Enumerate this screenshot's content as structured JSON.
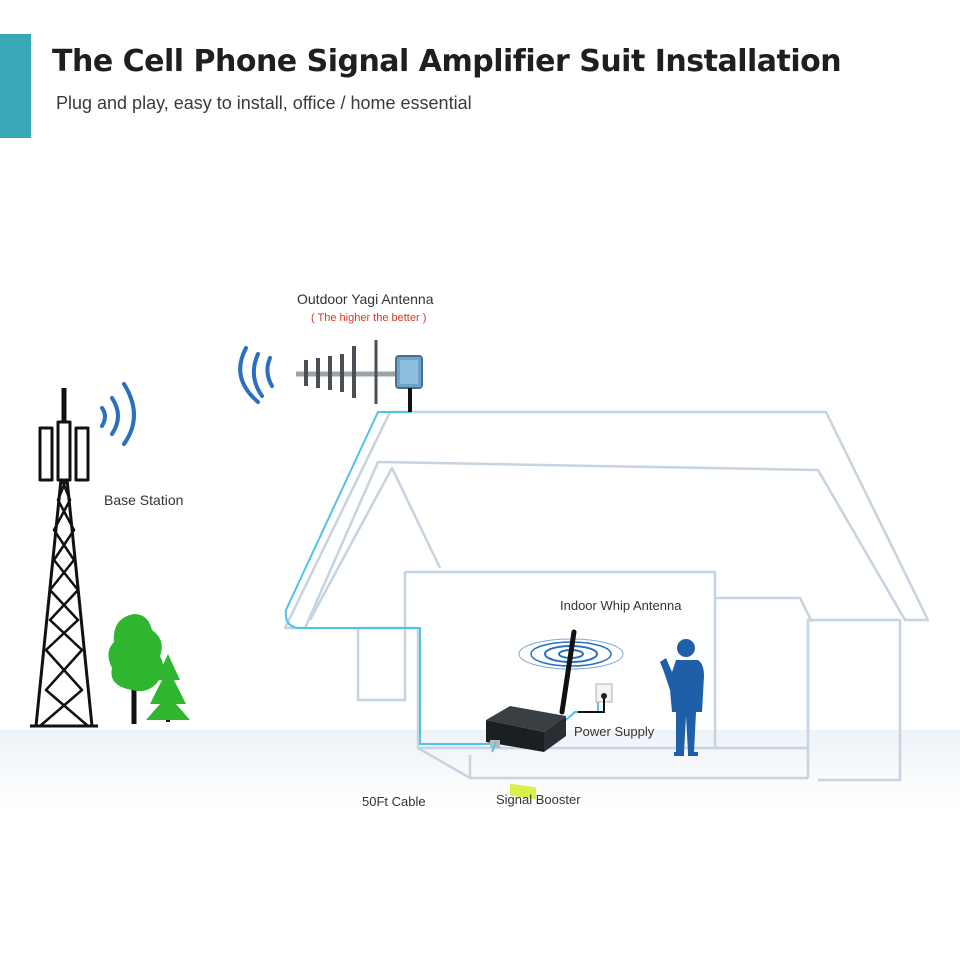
{
  "header": {
    "title": "The Cell Phone Signal Amplifier Suit Installation",
    "subtitle": "Plug and play, easy to install, office / home essential"
  },
  "labels": {
    "outdoor_antenna": "Outdoor Yagi Antenna",
    "outdoor_antenna_note": "( The higher the better )",
    "base_station": "Base Station",
    "indoor_antenna": "Indoor Whip Antenna",
    "power_supply": "Power Supply",
    "cable": "50Ft Cable",
    "booster": "Signal Booster"
  },
  "colors": {
    "accent": "#3aa7b6",
    "wall_line": "#c6d3e0",
    "cable": "#4fc3e8",
    "wave": "#2a6fc0",
    "person": "#1f5fa8",
    "tree": "#2fb52f",
    "note": "#d23a2a",
    "title": "#1f1f1f"
  },
  "icons": [
    "cell-tower-icon",
    "signal-wave-icon",
    "yagi-antenna-icon",
    "tree-icon",
    "house-icon",
    "whip-antenna-icon",
    "signal-booster-icon",
    "power-socket-icon",
    "person-on-phone-icon"
  ]
}
